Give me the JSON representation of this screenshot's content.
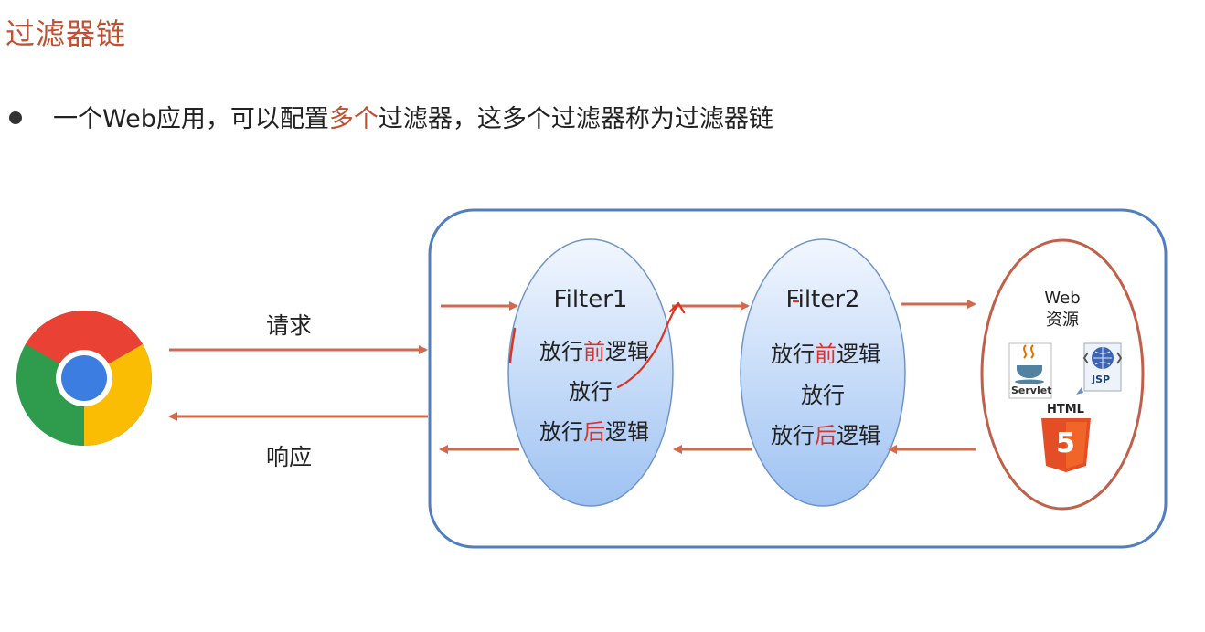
{
  "title": "过滤器链",
  "bullet": {
    "prefix": "一个Web应用，可以配置",
    "highlight": "多个",
    "suffix": "过滤器，这多个过滤器称为过滤器链"
  },
  "flow": {
    "request_label": "请求",
    "response_label": "响应"
  },
  "filters": [
    {
      "name": "Filter1",
      "line1_a": "放行",
      "line1_b": "前",
      "line1_c": "逻辑",
      "line2": "放行",
      "line3_a": "放行",
      "line3_b": "后",
      "line3_c": "逻辑"
    },
    {
      "name": "Filter2",
      "line1_a": "放行",
      "line1_b": "前",
      "line1_c": "逻辑",
      "line2": "放行",
      "line3_a": "放行",
      "line3_b": "后",
      "line3_c": "逻辑"
    }
  ],
  "web_resource": {
    "line1": "Web",
    "line2": "资源",
    "servlet_caption": "Servlet",
    "jsp_caption": "JSP",
    "html_caption": "HTML",
    "html_number": "5"
  },
  "colors": {
    "title": "#c0502f",
    "arrow": "#d0694d",
    "container_border": "#4f7fc0",
    "filter_fill_top": "#eef4fe",
    "filter_fill_bottom": "#9cc0f0",
    "highlight_red": "#d9342b",
    "web_ellipse_border": "#c0604a",
    "annotation": "#e0301e"
  },
  "icons": {
    "browser": "chrome-browser-icon",
    "servlet": "java-servlet-icon",
    "jsp": "jsp-globe-icon",
    "html": "html5-shield-icon"
  }
}
